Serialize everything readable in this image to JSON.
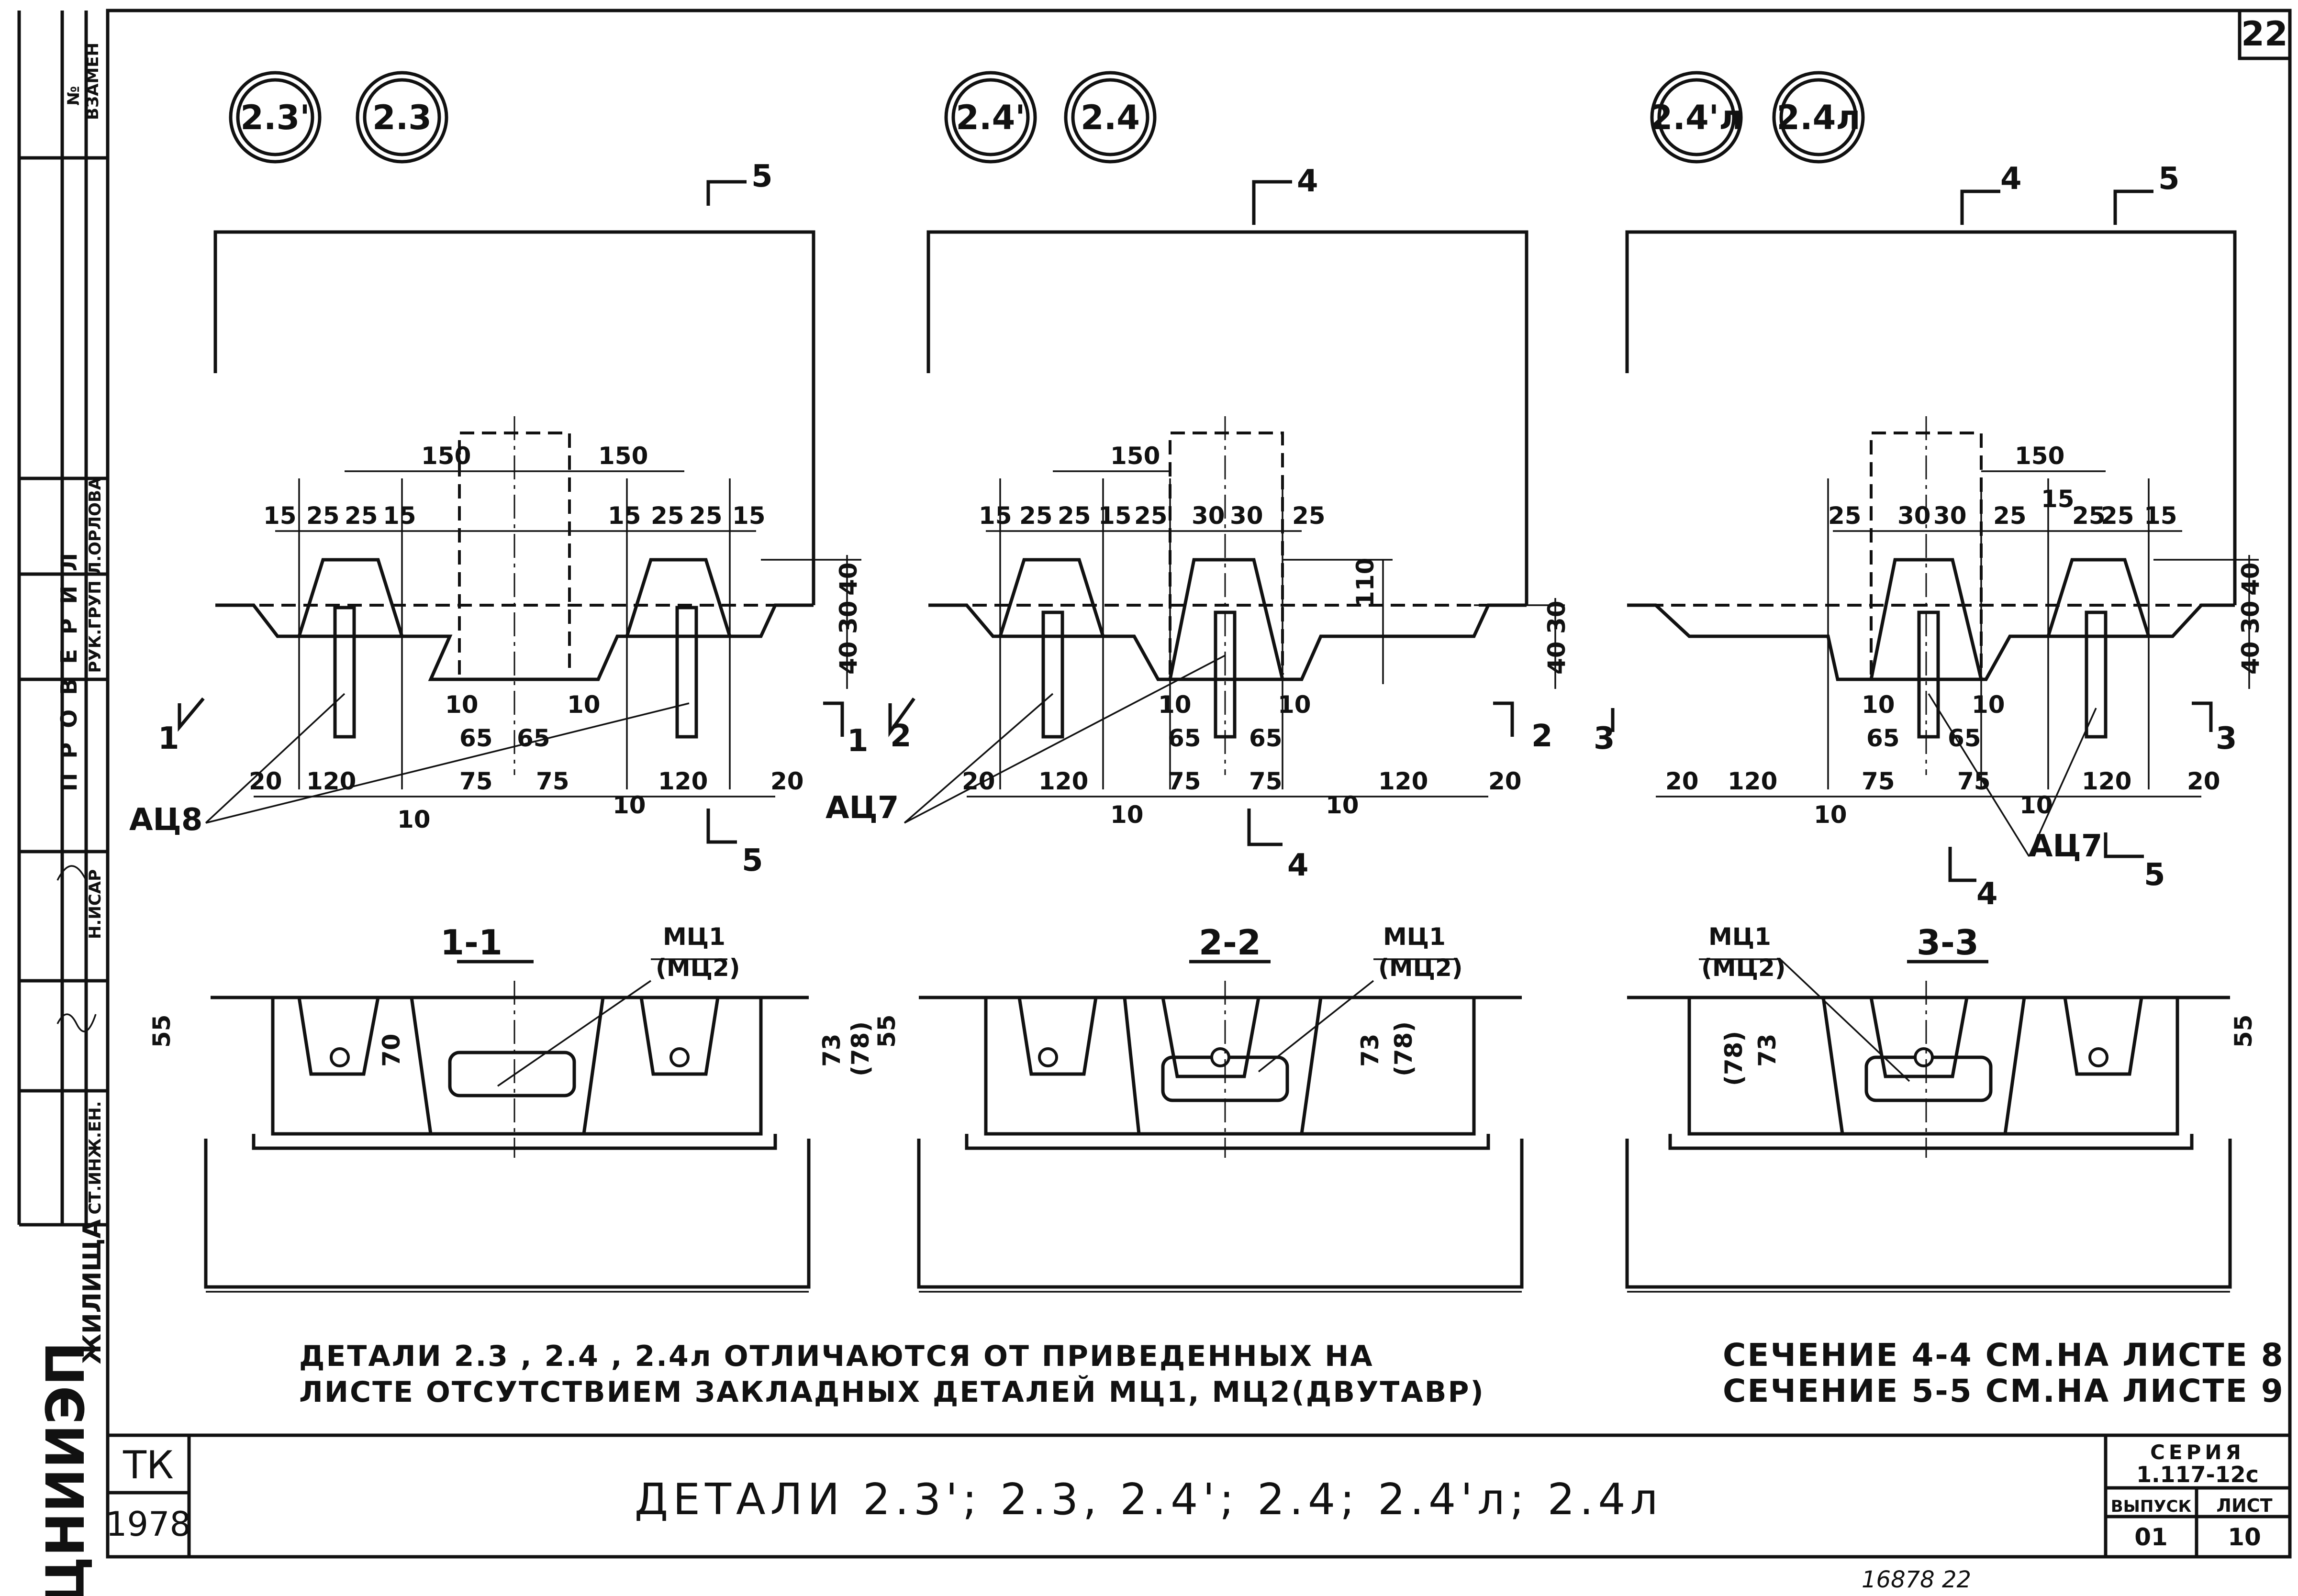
{
  "sheet_number": "22",
  "left_stamp": {
    "zamen": "ВЗАМЕН",
    "no": "№",
    "checked_header": "ПРОВЕРИЛ",
    "roles": [
      "РУК.ГРУП",
      "Н.ИСАР",
      "СТ.ИНЖ.ЕН."
    ],
    "names": [
      "Л.ОРЛОВА"
    ],
    "org_line": "ЖИЛИЩА",
    "org_logo": "ЦНИИЭП"
  },
  "panels": [
    {
      "badges": [
        "2.3'",
        "2.3"
      ],
      "cut_top": "5",
      "cut_bottom": "5",
      "cut_left": "1",
      "cut_right": "1",
      "dims_top": [
        "150",
        "150"
      ],
      "dims_small_left": [
        "15",
        "25",
        "25",
        "15"
      ],
      "dims_small_right": [
        "15",
        "25",
        "25",
        "15"
      ],
      "dims_vert": [
        "40",
        "30",
        "40"
      ],
      "dims_inner": [
        "10",
        "10",
        "65",
        "65"
      ],
      "dims_bottom": [
        "20",
        "120",
        "75",
        "75",
        "120",
        "20"
      ],
      "dims_under": [
        "10",
        "10"
      ],
      "anchor": "АЦ8",
      "section_label": "1-1",
      "section_callout": [
        "МЦ1",
        "(МЦ2)"
      ],
      "section_dims": [
        "55",
        "70",
        "73",
        "(78)"
      ]
    },
    {
      "badges": [
        "2.4'",
        "2.4"
      ],
      "cut_top": "4",
      "cut_bottom": "4",
      "cut_left": "2",
      "cut_right": "2",
      "dims_top": [
        "150"
      ],
      "dims_small_left": [
        "15",
        "25",
        "25",
        "15"
      ],
      "dims_small_right": [
        "25",
        "30",
        "30",
        "25"
      ],
      "dims_vert": [
        "110",
        "40",
        "30"
      ],
      "dims_inner": [
        "10",
        "10",
        "65",
        "65"
      ],
      "dims_bottom": [
        "20",
        "120",
        "75",
        "75",
        "120",
        "20"
      ],
      "dims_under": [
        "10",
        "10"
      ],
      "anchor": "АЦ7",
      "section_label": "2-2",
      "section_callout": [
        "МЦ1",
        "(МЦ2)"
      ],
      "section_dims": [
        "55",
        "73",
        "(78)"
      ]
    },
    {
      "badges": [
        "2.4'л",
        "2.4л"
      ],
      "cut_top": "4",
      "cut_top2": "5",
      "cut_bottom": "4",
      "cut_bottom2": "5",
      "cut_left": "3",
      "cut_right": "3",
      "dims_top": [
        "150"
      ],
      "dims_small_left": [
        "25",
        "30",
        "30",
        "25"
      ],
      "dims_small_right": [
        "15",
        "25",
        "25",
        "15"
      ],
      "dims_vert": [
        "40",
        "30",
        "40"
      ],
      "dims_inner": [
        "10",
        "10",
        "65",
        "65"
      ],
      "dims_bottom": [
        "20",
        "120",
        "75",
        "75",
        "120",
        "20"
      ],
      "dims_under": [
        "10",
        "10"
      ],
      "anchor": "АЦ7",
      "section_label": "3-3",
      "section_callout": [
        "МЦ1",
        "(МЦ2)"
      ],
      "section_dims": [
        "(78)",
        "73",
        "55"
      ]
    }
  ],
  "note_left": [
    "ДЕТАЛИ 2.3 , 2.4 , 2.4л ОТЛИЧАЮТСЯ ОТ ПРИВЕДЕННЫХ НА",
    "ЛИСТЕ ОТСУТСТВИЕМ ЗАКЛАДНЫХ ДЕТАЛЕЙ МЦ1, МЦ2(ДВУТАВР)"
  ],
  "note_right": [
    "СЕЧЕНИЕ 4-4 СМ.НА ЛИСТЕ 8",
    "СЕЧЕНИЕ 5-5 СМ.НА ЛИСТЕ 9"
  ],
  "title_block": {
    "code": "ТК",
    "year": "1978",
    "title": "ДЕТАЛИ 2.3'; 2.3, 2.4'; 2.4; 2.4'л; 2.4л",
    "series_label": "СЕРИЯ",
    "series_value": "1.117-12с",
    "issue_label": "ВЫПУСК",
    "issue_value": "01",
    "sheet_label": "ЛИСТ",
    "sheet_value": "10"
  },
  "footer_handwriting": "16878  22"
}
